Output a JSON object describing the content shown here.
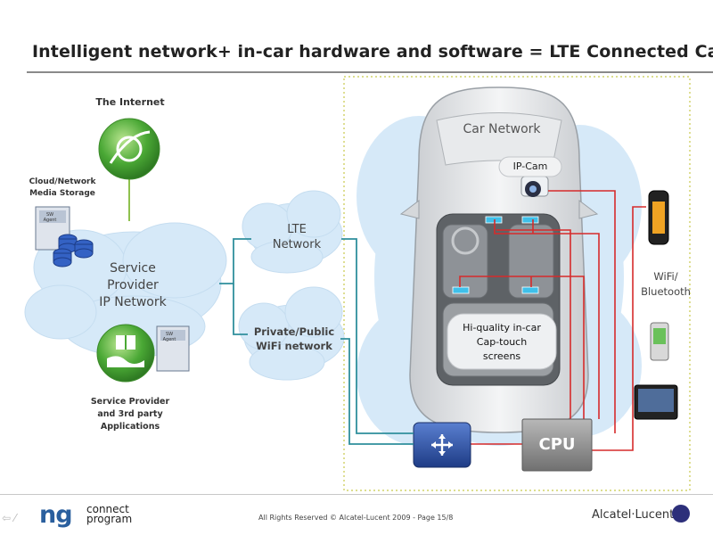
{
  "title": "Intelligent network+ in-car hardware and software = LTE Connected Car",
  "labels": {
    "internet": "The Internet",
    "cloud_storage": "Cloud/Network\nMedia Storage",
    "sp_ip_network": "Service\nProvider\nIP Network",
    "sp_apps": "Service Provider\nand 3rd party\nApplications",
    "lte_network": "LTE\nNetwork",
    "wifi_network": "Private/Public\nWiFi network",
    "car_network": "Car Network",
    "ip_cam": "IP-Cam",
    "screens": "Hi-quality in-car\nCap-touch\nscreens",
    "cpu": "CPU",
    "wifi_bluetooth": "WiFi/\nBluetooth",
    "sw_agent": "SW\nAgent"
  },
  "footer": {
    "copyright": "All Rights Reserved © Alcatel-Lucent 2009 - Page 15/8",
    "ng_logo": "ng",
    "ng_sub": "connect\nprogram",
    "brand": "Alcatel·Lucent"
  },
  "colors": {
    "cloud": "#d6e9f8",
    "link_teal": "#2f8f9c",
    "link_red": "#d62b2b",
    "green_icon": "#4aa835",
    "router_blue": "#2b4d9e",
    "cpu_gray": "#8e8e8e",
    "frame_dotted": "#c7c94a"
  }
}
